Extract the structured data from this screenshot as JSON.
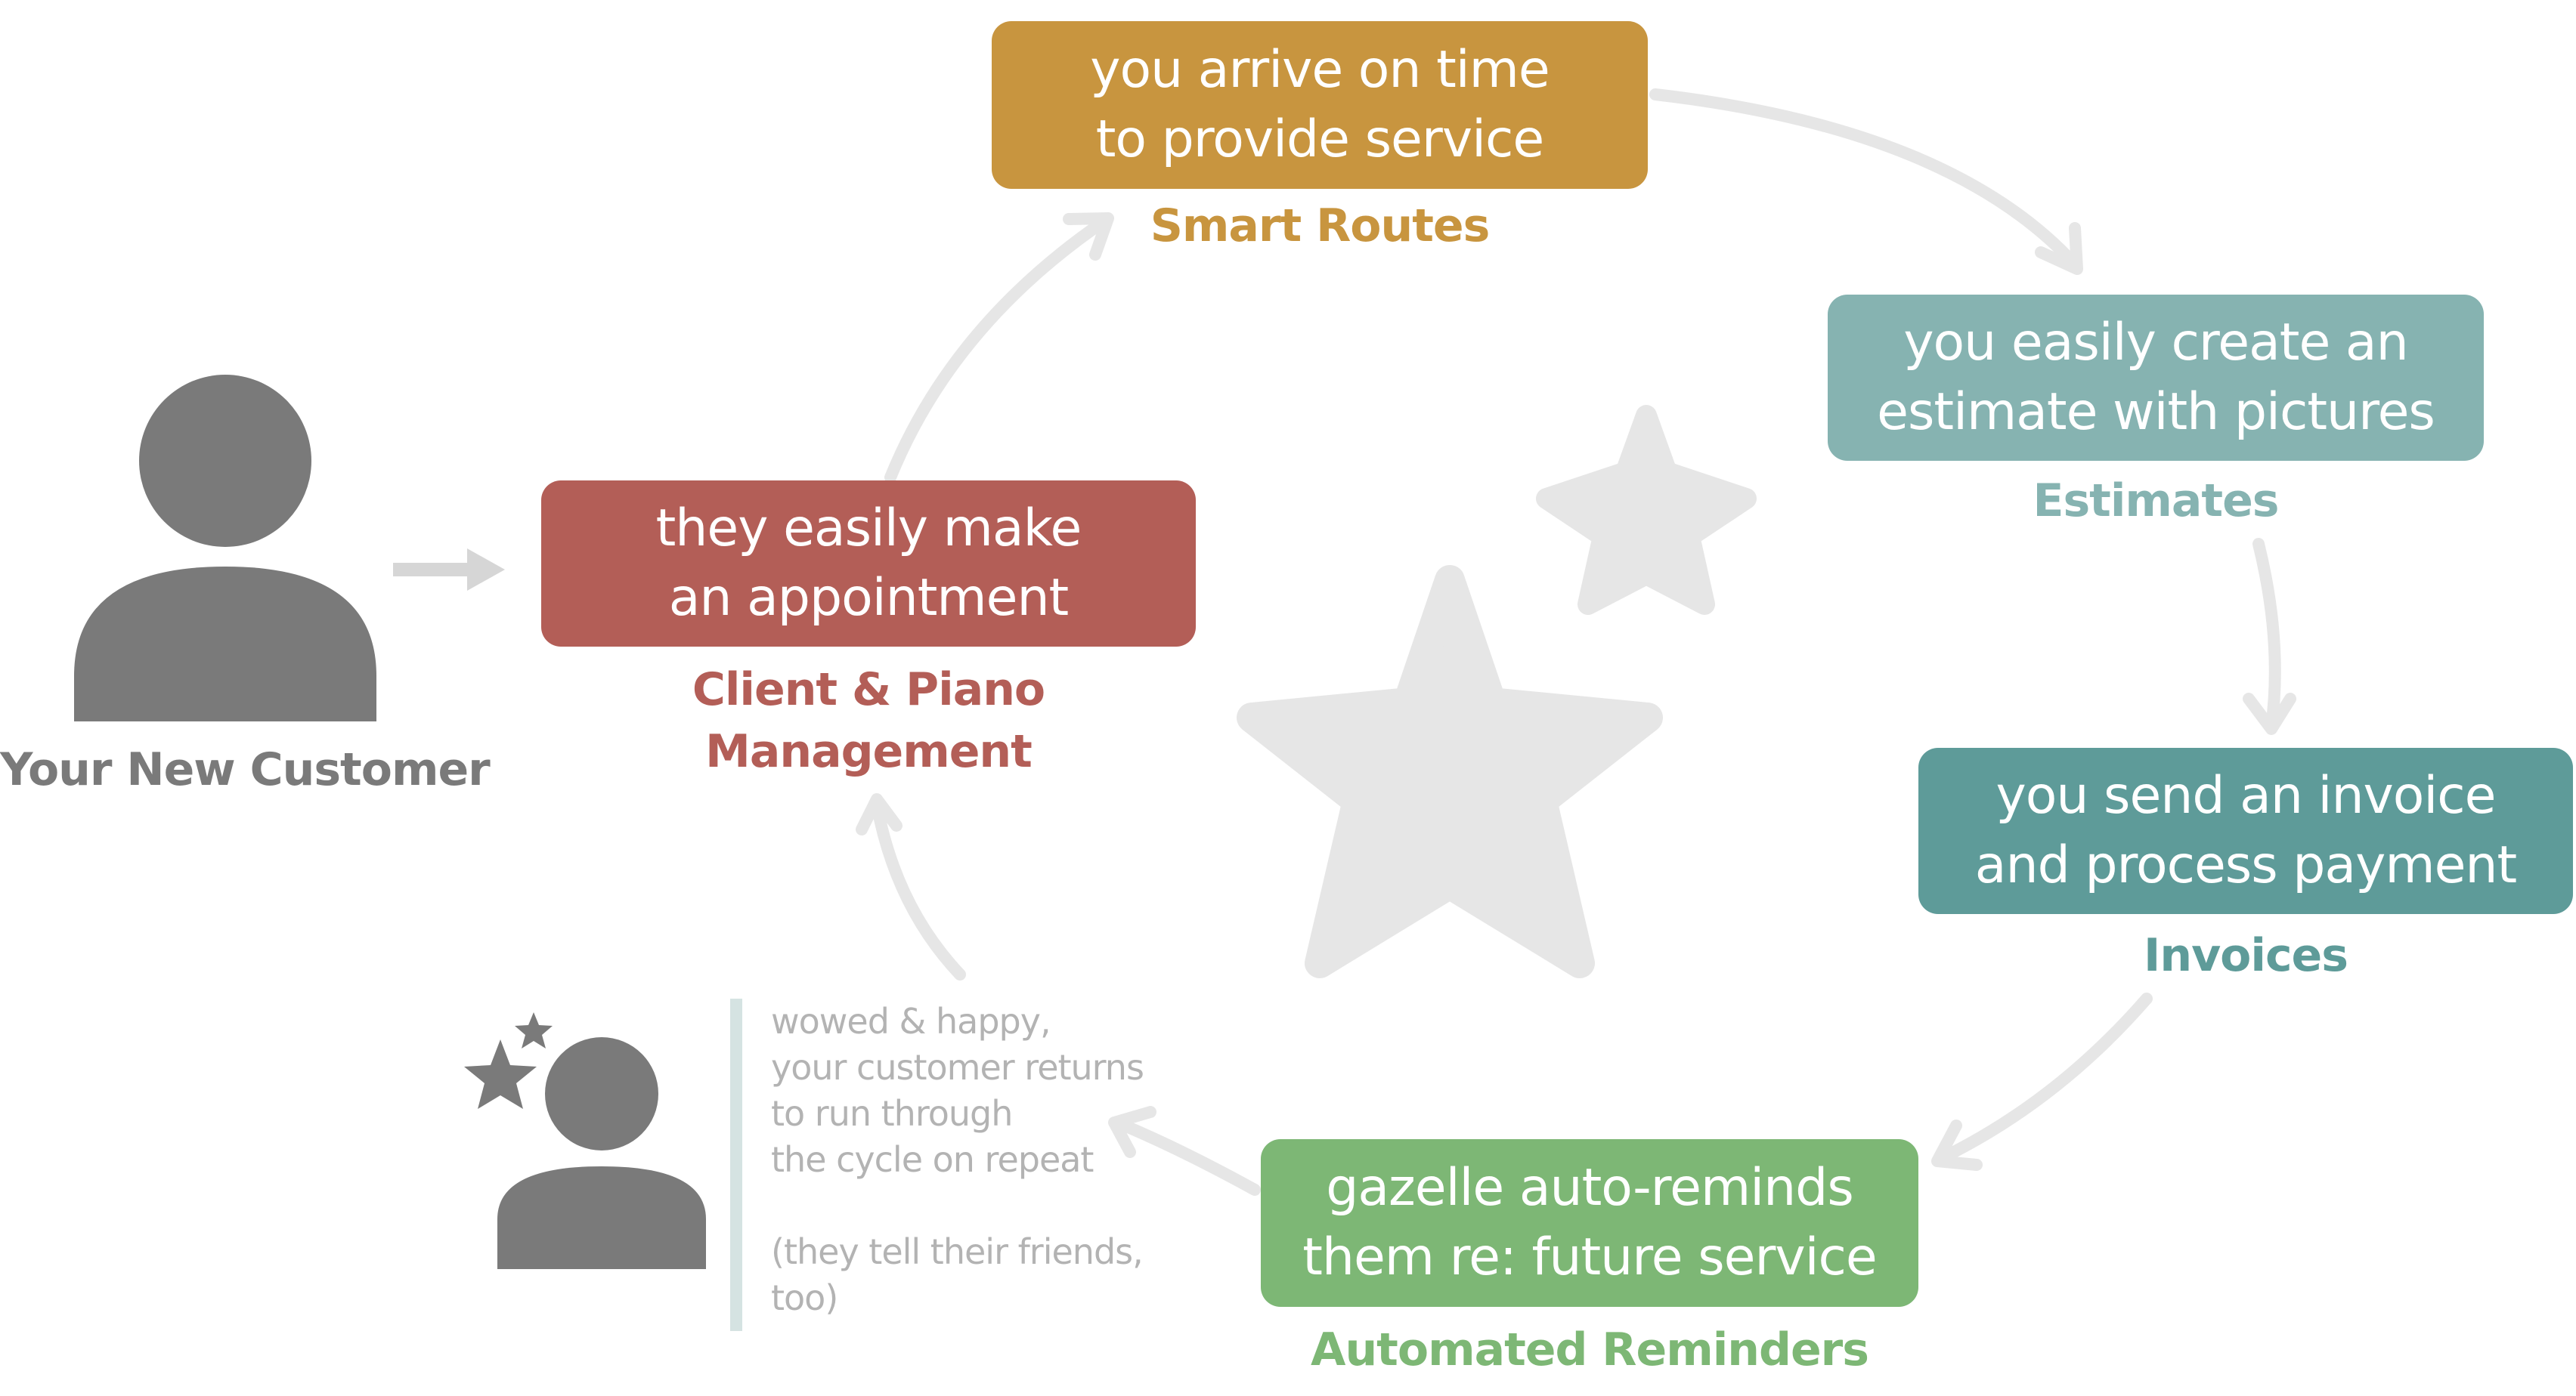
{
  "colors": {
    "schedule": "#b35e57",
    "route": "#c8953f",
    "estimate": "#86b3b1",
    "invoice": "#5e9b99",
    "reminder": "#7db775",
    "person": "#7a7a7a",
    "arrow": "#e6e6e6",
    "star": "#e6e6e6",
    "note_text": "#b3b3b3",
    "note_bar": "#d5e3e2"
  },
  "new_customer": {
    "label": "Your New Customer",
    "icon": "person-icon"
  },
  "steps": [
    {
      "id": "schedule",
      "lines": [
        "they easily make",
        "an appointment"
      ],
      "caption_lines": [
        "Client & Piano",
        "Management"
      ]
    },
    {
      "id": "route",
      "lines": [
        "you arrive on time",
        "to provide service"
      ],
      "caption_lines": [
        "Smart Routes"
      ]
    },
    {
      "id": "estimate",
      "lines": [
        "you easily create an",
        "estimate with pictures"
      ],
      "caption_lines": [
        "Estimates"
      ]
    },
    {
      "id": "invoice",
      "lines": [
        "you send an invoice",
        "and process payment"
      ],
      "caption_lines": [
        "Invoices"
      ]
    },
    {
      "id": "reminder",
      "lines": [
        "gazelle auto-reminds",
        "them re: future service"
      ],
      "caption_lines": [
        "Automated Reminders"
      ]
    }
  ],
  "return_note": {
    "lines": [
      "wowed & happy,",
      "your customer returns",
      "to run through",
      "the cycle on repeat"
    ],
    "extra_lines": [
      "(they tell their friends,",
      "too)"
    ],
    "icon": "happy-person-with-stars-icon"
  },
  "decorations": [
    "star-icon",
    "star-icon"
  ]
}
